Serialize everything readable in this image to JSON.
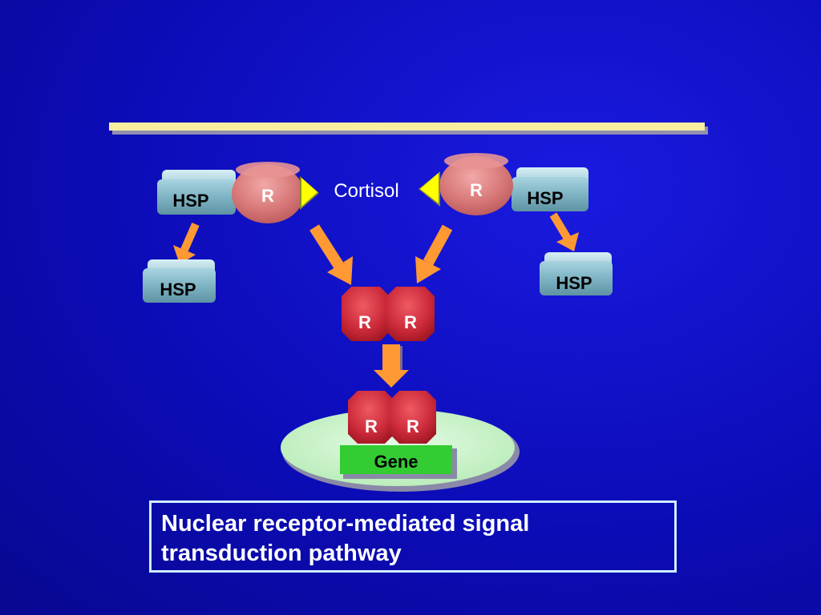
{
  "diagram": {
    "cortisol_label": "Cortisol",
    "left_complex": {
      "hsp_label": "HSP",
      "receptor_label": "R"
    },
    "right_complex": {
      "hsp_label": "HSP",
      "receptor_label": "R"
    },
    "left_released_hsp": "HSP",
    "right_released_hsp": "HSP",
    "dimer": {
      "left_label": "R",
      "right_label": "R"
    },
    "bound_dimer": {
      "left_label": "R",
      "right_label": "R"
    },
    "gene_label": "Gene"
  },
  "caption": {
    "line1": "Nuclear receptor-mediated signal",
    "line2": "transduction pathway"
  },
  "colors": {
    "membrane": "#f8eea0",
    "receptor": "#d87878",
    "hsp": "#7fb4c4",
    "arrow": "#ff9933",
    "ligand": "#ffff00",
    "nucleus": "#ccf5cc",
    "gene": "#33cc33",
    "dimer": "#cc2a3a"
  }
}
